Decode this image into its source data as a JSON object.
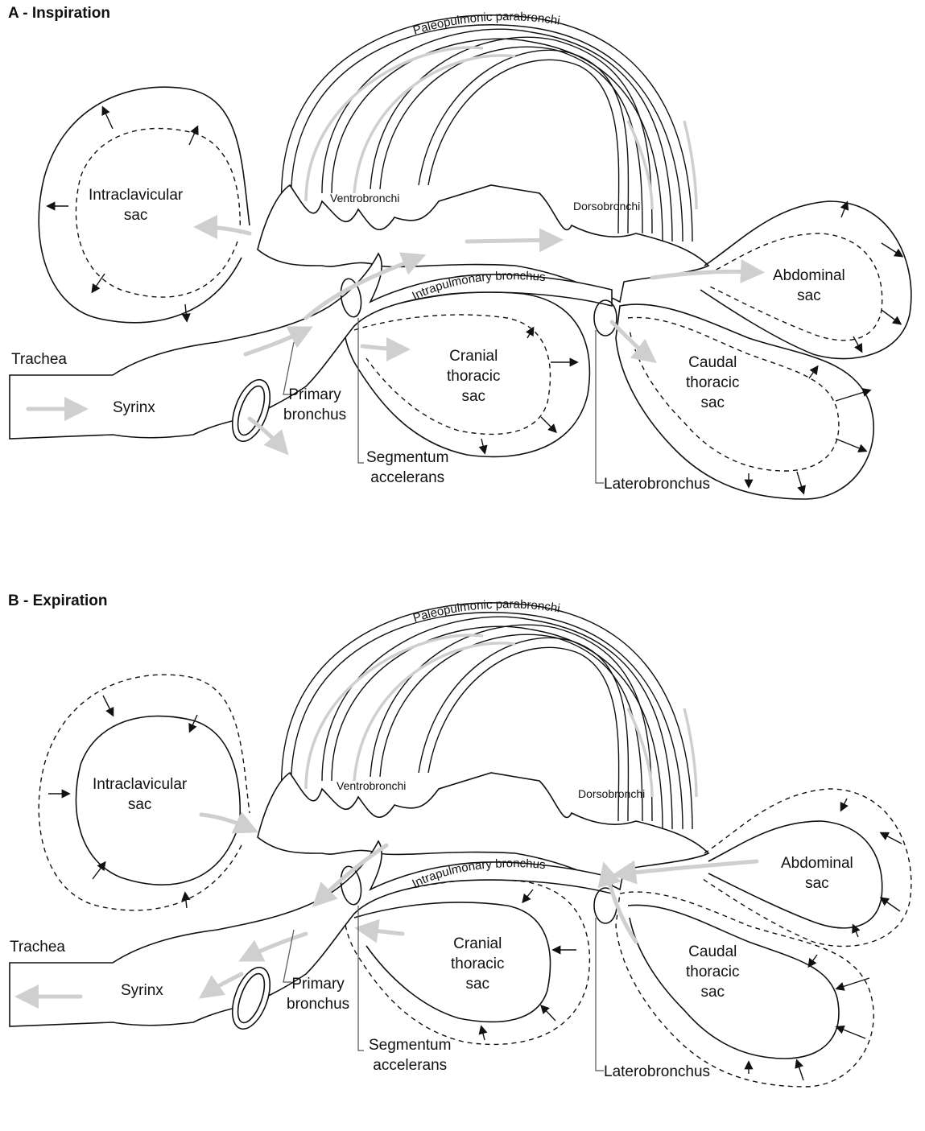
{
  "panels": [
    {
      "title": "A - Inspiration",
      "labels": {
        "paleopulmonic": "Paleopulmonic parabronchi",
        "ventrobronchi": "Ventrobronchi",
        "dorsobronchi": "Dorsobronchi",
        "intrapulmonary": "Intrapulmonary bronchus",
        "intraclavicular": "Intraclavicular\nsac",
        "abdominal": "Abdominal\nsac",
        "cranial": "Cranial\nthoracic\nsac",
        "caudal": "Caudal\nthoracic\nsac",
        "trachea": "Trachea",
        "syrinx": "Syrinx",
        "primary": "Primary\nbronchus",
        "segmentum": "Segmentum\naccelerans",
        "laterobronchus": "Laterobronchus"
      }
    },
    {
      "title": "B - Expiration",
      "labels": {
        "paleopulmonic": "Paleopulmonic parabronchi",
        "ventrobronchi": "Ventrobronchi",
        "dorsobronchi": "Dorsobronchi",
        "intrapulmonary": "Intrapulmonary bronchus",
        "intraclavicular": "Intraclavicular\nsac",
        "abdominal": "Abdominal\nsac",
        "cranial": "Cranial\nthoracic\nsac",
        "caudal": "Caudal\nthoracic\nsac",
        "trachea": "Trachea",
        "syrinx": "Syrinx",
        "primary": "Primary\nbronchus",
        "segmentum": "Segmentum\naccelerans",
        "laterobronchus": "Laterobronchus"
      }
    }
  ]
}
